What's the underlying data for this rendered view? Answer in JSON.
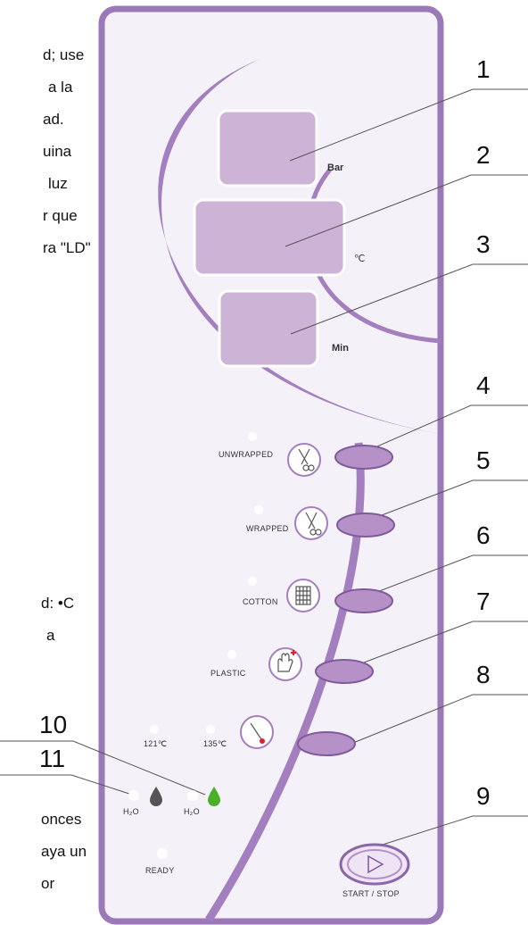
{
  "colors": {
    "panel_border": "#9b78b8",
    "panel_fill": "#f5f1f8",
    "arc": "#a37fbf",
    "display_fill": "#cdb3d6",
    "led": "#ffffff",
    "water_empty": "#555555",
    "water_full": "#4caf28",
    "red_accent": "#e0202a"
  },
  "side_text_top": [
    "d; use",
    "a la",
    "ad.",
    "uina",
    "luz",
    "r que",
    "ra \"LD\""
  ],
  "side_text_mid": [
    "d: •C",
    "",
    "a"
  ],
  "side_text_bottom": [
    "onces",
    "aya un",
    "or"
  ],
  "callouts": {
    "n1": "1",
    "n2": "2",
    "n3": "3",
    "n4": "4",
    "n5": "5",
    "n6": "6",
    "n7": "7",
    "n8": "8",
    "n9": "9",
    "n10": "10",
    "n11": "11"
  },
  "display_units": {
    "bar": "Bar",
    "celsius": "℃",
    "min": "Min"
  },
  "programs": {
    "unwrapped": "UNWRAPPED",
    "wrapped": "WRAPPED",
    "cotton": "COTTON",
    "plastic": "PLASTIC"
  },
  "temps": {
    "t121": "121℃",
    "t135": "135℃"
  },
  "water": {
    "low": "H₂O",
    "high": "H₂O"
  },
  "ready": "READY",
  "start_stop": "START / STOP",
  "icons": [
    "scissors-icon",
    "scissors-icon",
    "cotton-grid-icon",
    "glove-icon",
    "thermometer-icon",
    "water-drop-icon",
    "play-icon"
  ]
}
